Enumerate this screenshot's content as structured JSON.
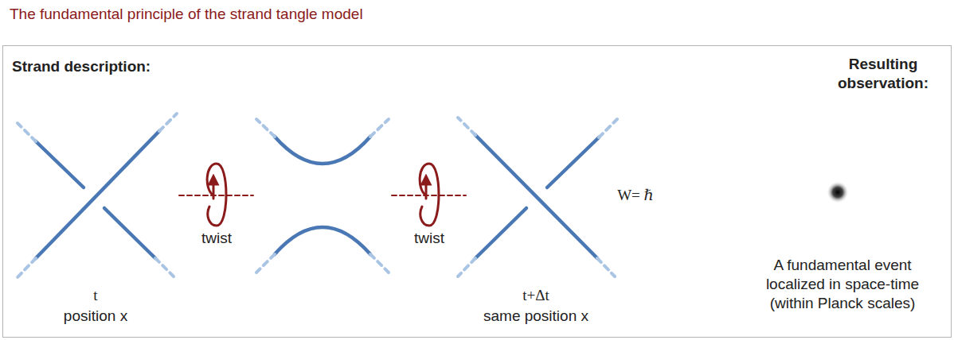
{
  "diagram": {
    "title": "The fundamental principle of the strand tangle model",
    "nodes": [
      {
        "text": [
          "Strand description:",
          "Resulting observation:"
        ]
      }
    ],
    "labels": [
      "twist",
      "twist",
      "t",
      "position x",
      "t+Δt",
      "same position x",
      "W= ℏ",
      "A fundamental event localized in space-time (within Planck scales)"
    ]
  }
}
